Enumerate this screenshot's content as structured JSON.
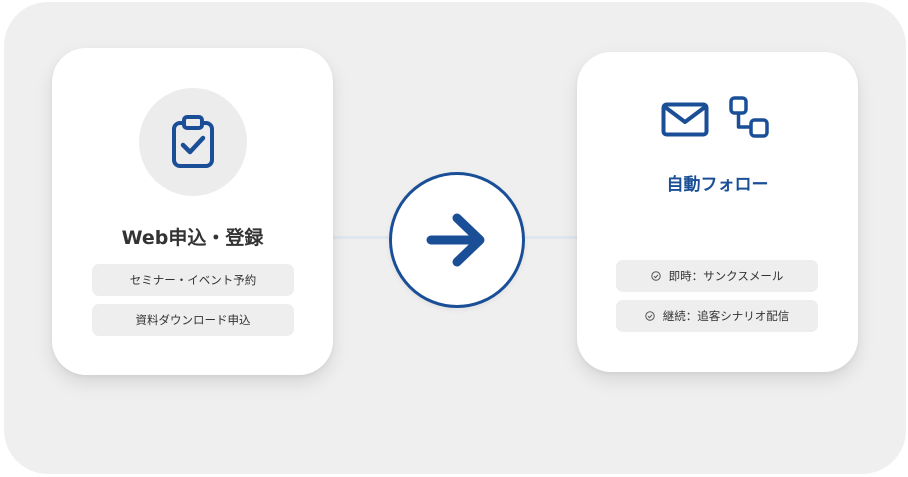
{
  "input_card": {
    "title": "Web申込・登録",
    "items": [
      "セミナー・イベント予約",
      "資料ダウンロード申込"
    ],
    "icon": "clipboard-check-icon"
  },
  "transition": {
    "icon": "arrow-right-icon"
  },
  "output_card": {
    "title": "自動フォロー",
    "icons": [
      "mail-icon",
      "workflow-icon"
    ],
    "items": [
      "即時：サンクスメール",
      "継続：追客シナリオ配信"
    ]
  },
  "colors": {
    "accent": "#1a4f97",
    "panel": "#efefef",
    "pill": "#eeeeee",
    "connector": "#dfe6ee"
  }
}
